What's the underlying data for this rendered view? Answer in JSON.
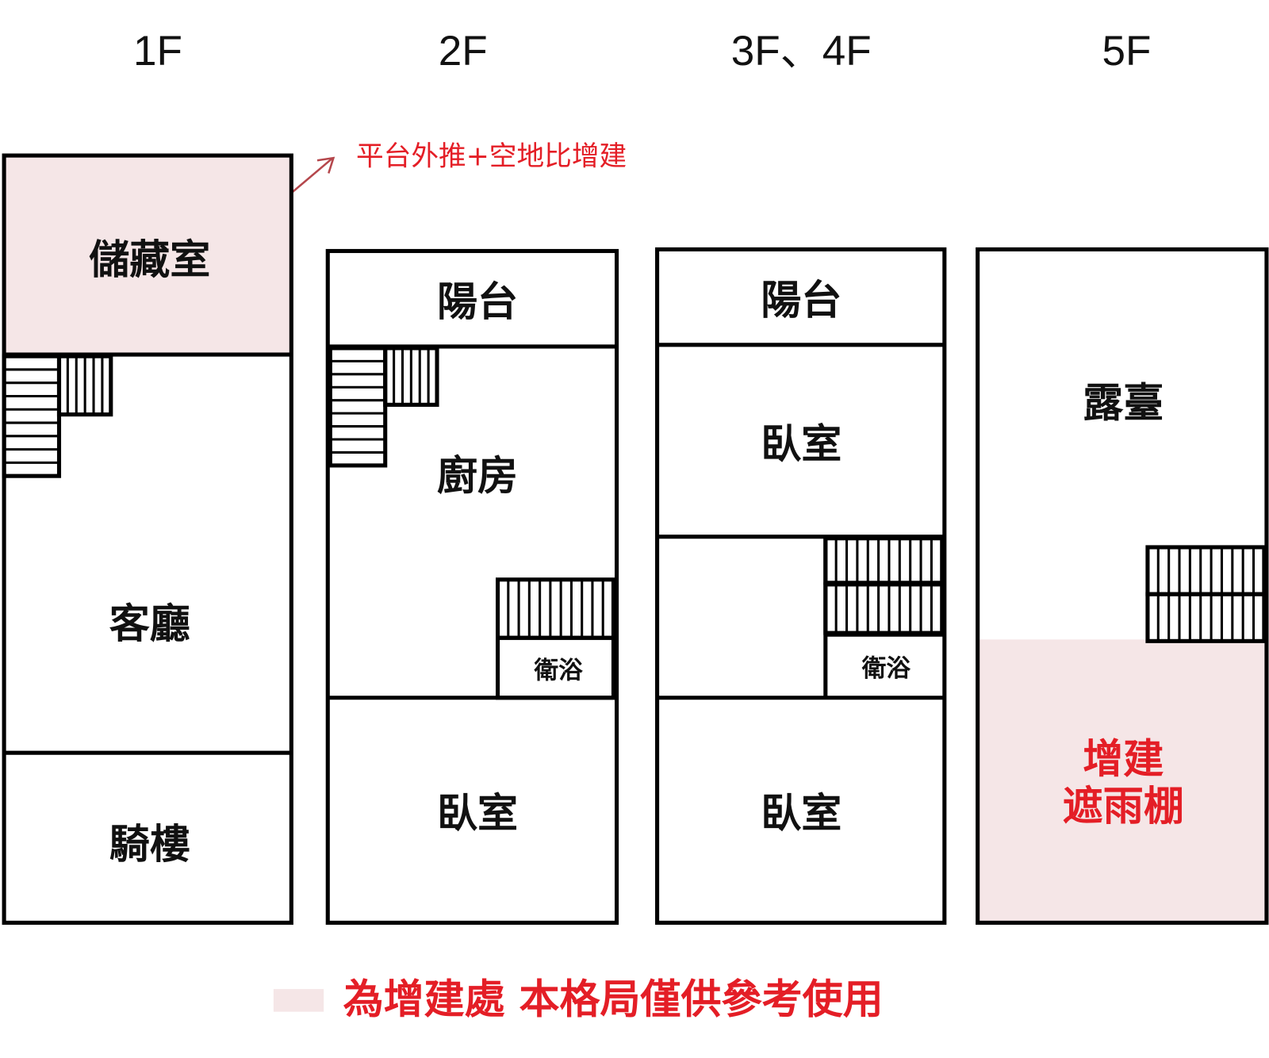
{
  "colors": {
    "addition_fill": "#f5e6e7",
    "accent_red": "#e41e26",
    "wall": "#000000"
  },
  "floors": {
    "f1": {
      "title": "1F",
      "rooms": {
        "storage": "儲藏室",
        "living": "客廳",
        "arcade": "騎樓"
      }
    },
    "f2": {
      "title": "2F",
      "rooms": {
        "balcony": "陽台",
        "kitchen": "廚房",
        "bath": "衛浴",
        "bedroom": "臥室"
      }
    },
    "f34": {
      "title": "3F、4F",
      "rooms": {
        "balcony": "陽台",
        "bedroom_back": "臥室",
        "bath": "衛浴",
        "bedroom_front": "臥室"
      }
    },
    "f5": {
      "title": "5F",
      "rooms": {
        "terrace": "露臺",
        "canopy_line1": "增建",
        "canopy_line2": "遮雨棚"
      }
    }
  },
  "annotation": "平台外推+空地比增建",
  "legend": {
    "text": "為增建處 本格局僅供參考使用"
  }
}
